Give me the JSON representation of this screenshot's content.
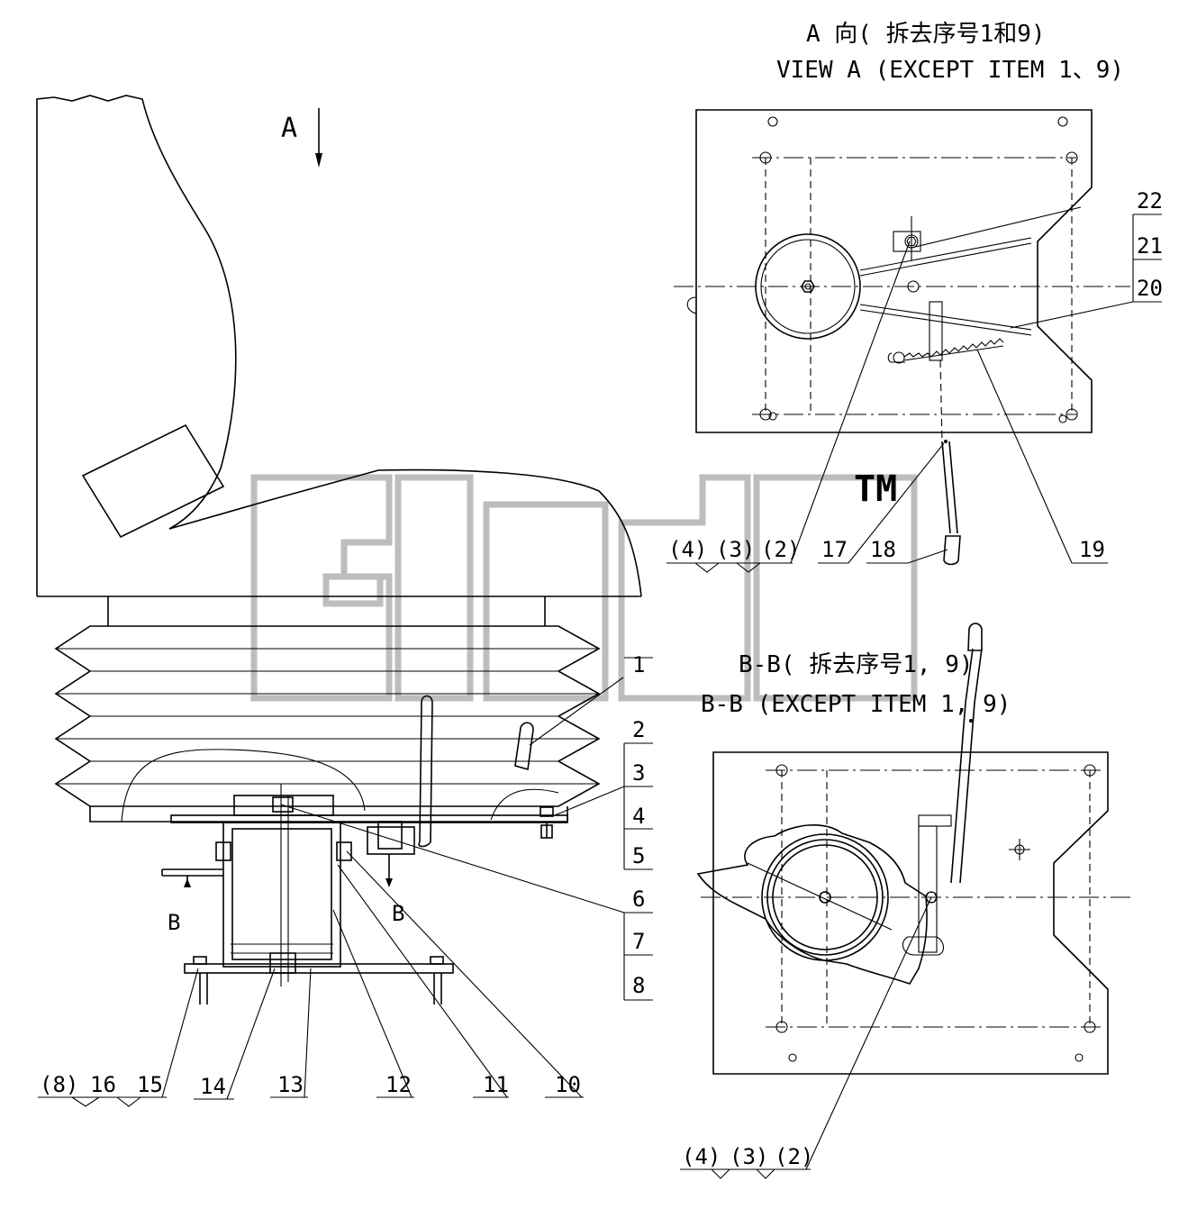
{
  "view_a": {
    "title_cn": "A 向( 拆去序号1和9)",
    "title_en": "VIEW A (EXCEPT ITEM 1、9)"
  },
  "section_bb": {
    "title_cn": "B-B( 拆去序号1, 9)",
    "title_en": "B-B (EXCEPT ITEM 1, 9)"
  },
  "main_view": {
    "view_arrow_label": "A",
    "section_label_left": "B",
    "section_label_right": "B"
  },
  "watermark": {
    "text": "3mep",
    "tm": "TM"
  },
  "callouts": {
    "right_column": [
      "1",
      "2",
      "3",
      "4",
      "5",
      "6",
      "7",
      "8"
    ],
    "bottom_row": [
      "(8)",
      "16",
      "15",
      "14",
      "13",
      "12",
      "11",
      "10"
    ],
    "view_a_right": [
      "22",
      "21",
      "20"
    ],
    "view_a_bottom": [
      "(4)",
      "(3)",
      "(2)",
      "17",
      "18",
      "19"
    ],
    "section_bottom": [
      "(4)",
      "(3)",
      "(2)"
    ]
  }
}
